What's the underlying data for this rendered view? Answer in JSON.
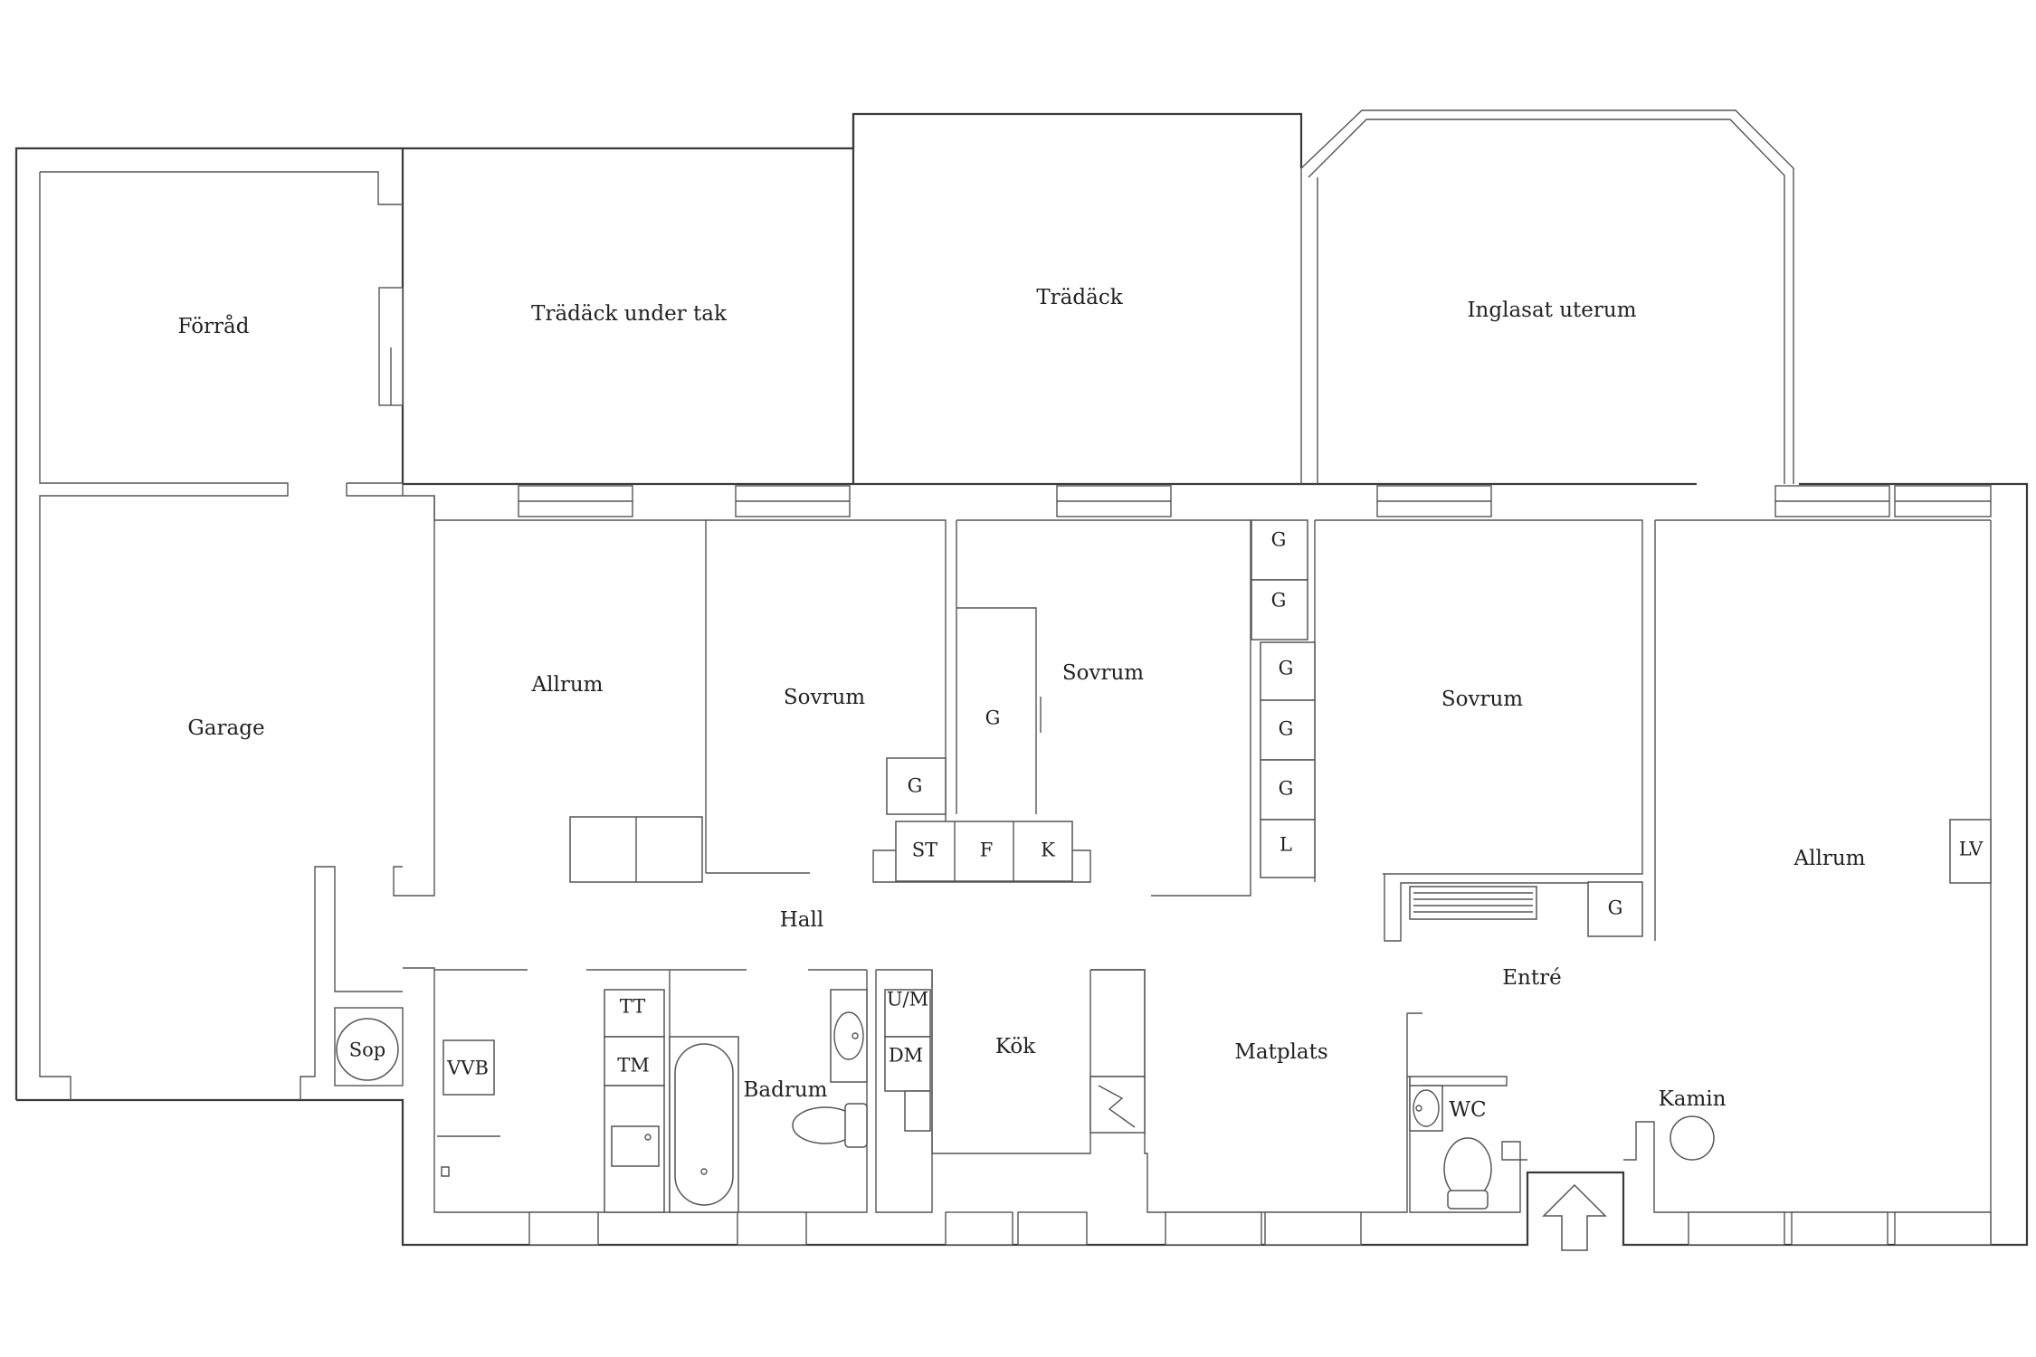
{
  "rooms": {
    "forrad": "Förråd",
    "tradack_under_tak": "Trädäck under tak",
    "tradack": "Trädäck",
    "inglasat_uterum": "Inglasat uterum",
    "garage": "Garage",
    "allrum_left": "Allrum",
    "sovrum_1": "Sovrum",
    "sovrum_2": "Sovrum",
    "sovrum_3": "Sovrum",
    "allrum_right": "Allrum",
    "hall": "Hall",
    "entre": "Entré",
    "kok": "Kök",
    "matplats": "Matplats",
    "badrum": "Badrum",
    "wc": "WC",
    "kamin": "Kamin"
  },
  "fixtures": {
    "g": "G",
    "l": "L",
    "st": "ST",
    "f": "F",
    "k": "K",
    "tt": "TT",
    "tm": "TM",
    "vvb": "VVB",
    "sop": "Sop",
    "um": "U/M",
    "dm": "DM",
    "lv": "LV"
  }
}
